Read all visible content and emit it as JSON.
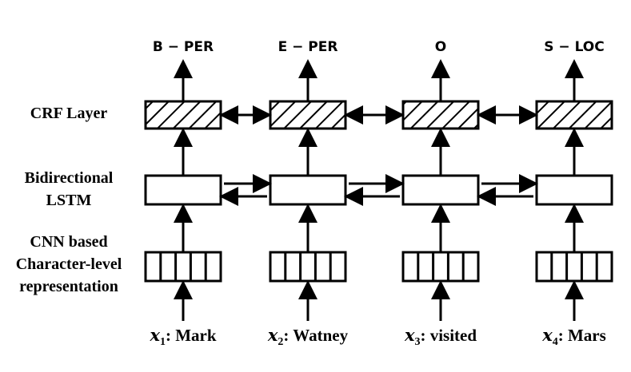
{
  "row_labels": {
    "crf": "CRF Layer",
    "lstm_line1": "Bidirectional",
    "lstm_line2": "LSTM",
    "cnn_line1": "CNN based",
    "cnn_line2": "Character-level",
    "cnn_line3": "representation"
  },
  "columns": [
    {
      "tag": "B − PER",
      "var": "x",
      "sub": "1",
      "word": ": Mark"
    },
    {
      "tag": "E − PER",
      "var": "x",
      "sub": "2",
      "word": ": Watney"
    },
    {
      "tag": "O",
      "var": "x",
      "sub": "3",
      "word": ": visited"
    },
    {
      "tag": "S − LOC",
      "var": "x",
      "sub": "4",
      "word": ": Mars"
    }
  ]
}
